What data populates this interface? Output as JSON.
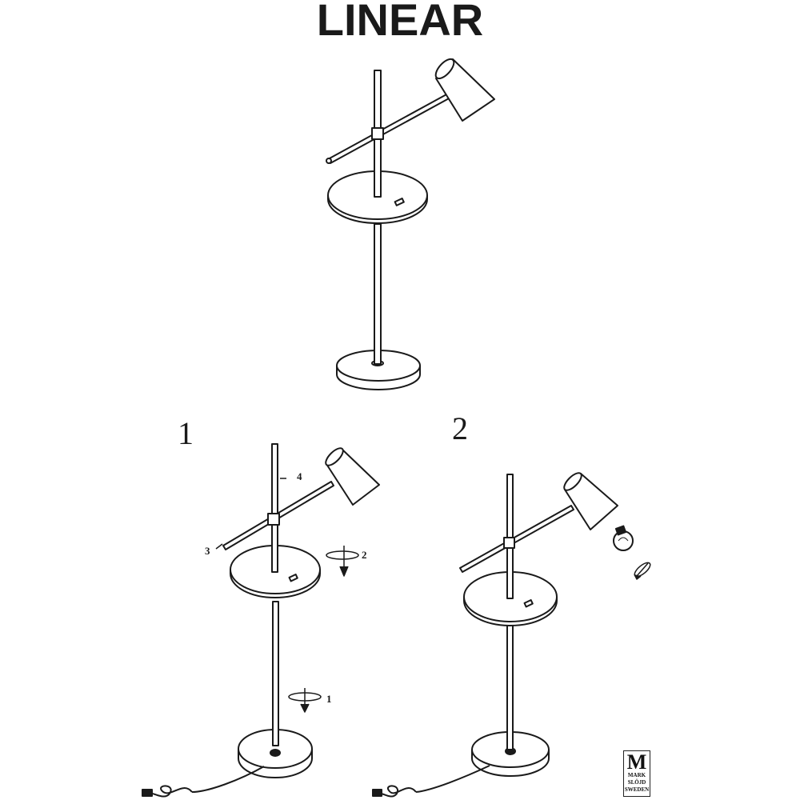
{
  "title": "LINEAR",
  "steps": {
    "one": "1",
    "two": "2"
  },
  "callouts": {
    "c1": "1",
    "c2": "2",
    "c3": "3",
    "c4": "4"
  },
  "logo": {
    "mark": "M",
    "line1": "MARK",
    "line2": "SLÖJD",
    "line3": "SWEDEN"
  },
  "colors": {
    "ink": "#1a1a1a",
    "paper": "#ffffff"
  }
}
